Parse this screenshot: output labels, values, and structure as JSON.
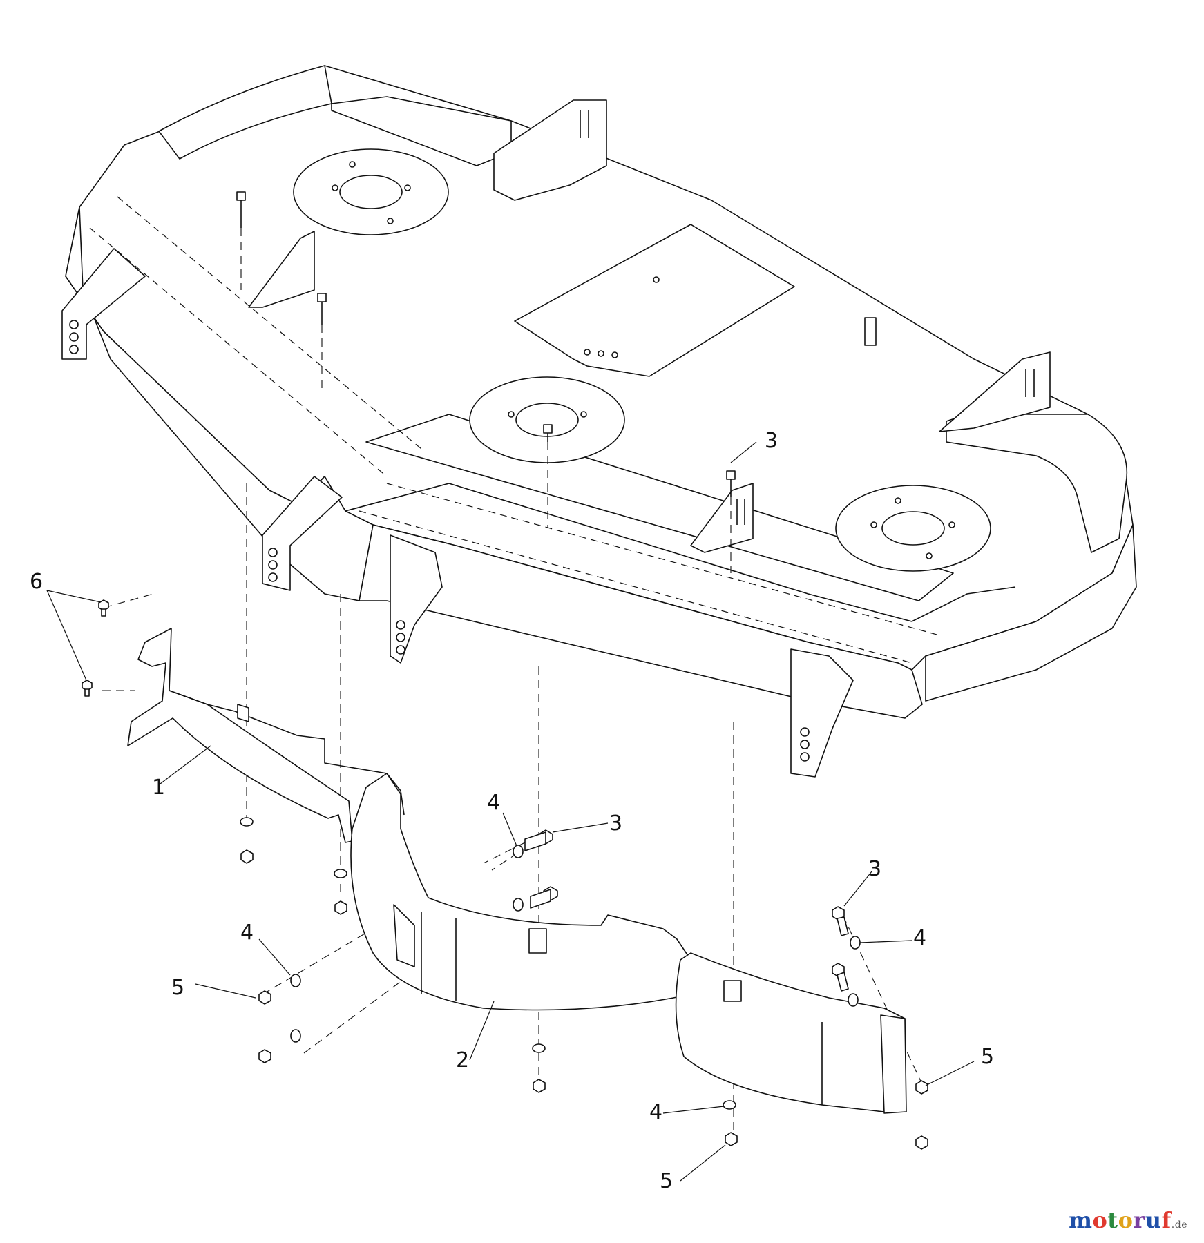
{
  "callouts": {
    "c6": "6",
    "c1": "1",
    "c2": "2",
    "c3a": "3",
    "c3b": "3",
    "c3c": "3",
    "c4a": "4",
    "c4b": "4",
    "c4c": "4",
    "c4d": "4",
    "c5a": "5",
    "c5b": "5",
    "c5c": "5"
  },
  "watermark": {
    "brand": [
      "m",
      "o",
      "t",
      "o",
      "r",
      "u",
      "f"
    ],
    "suffix": ".de",
    "colors": [
      "#1f4fa8",
      "#e03a2f",
      "#2b8a3e",
      "#e0a21a",
      "#7a3fa0",
      "#1f4fa8",
      "#e03a2f"
    ]
  }
}
